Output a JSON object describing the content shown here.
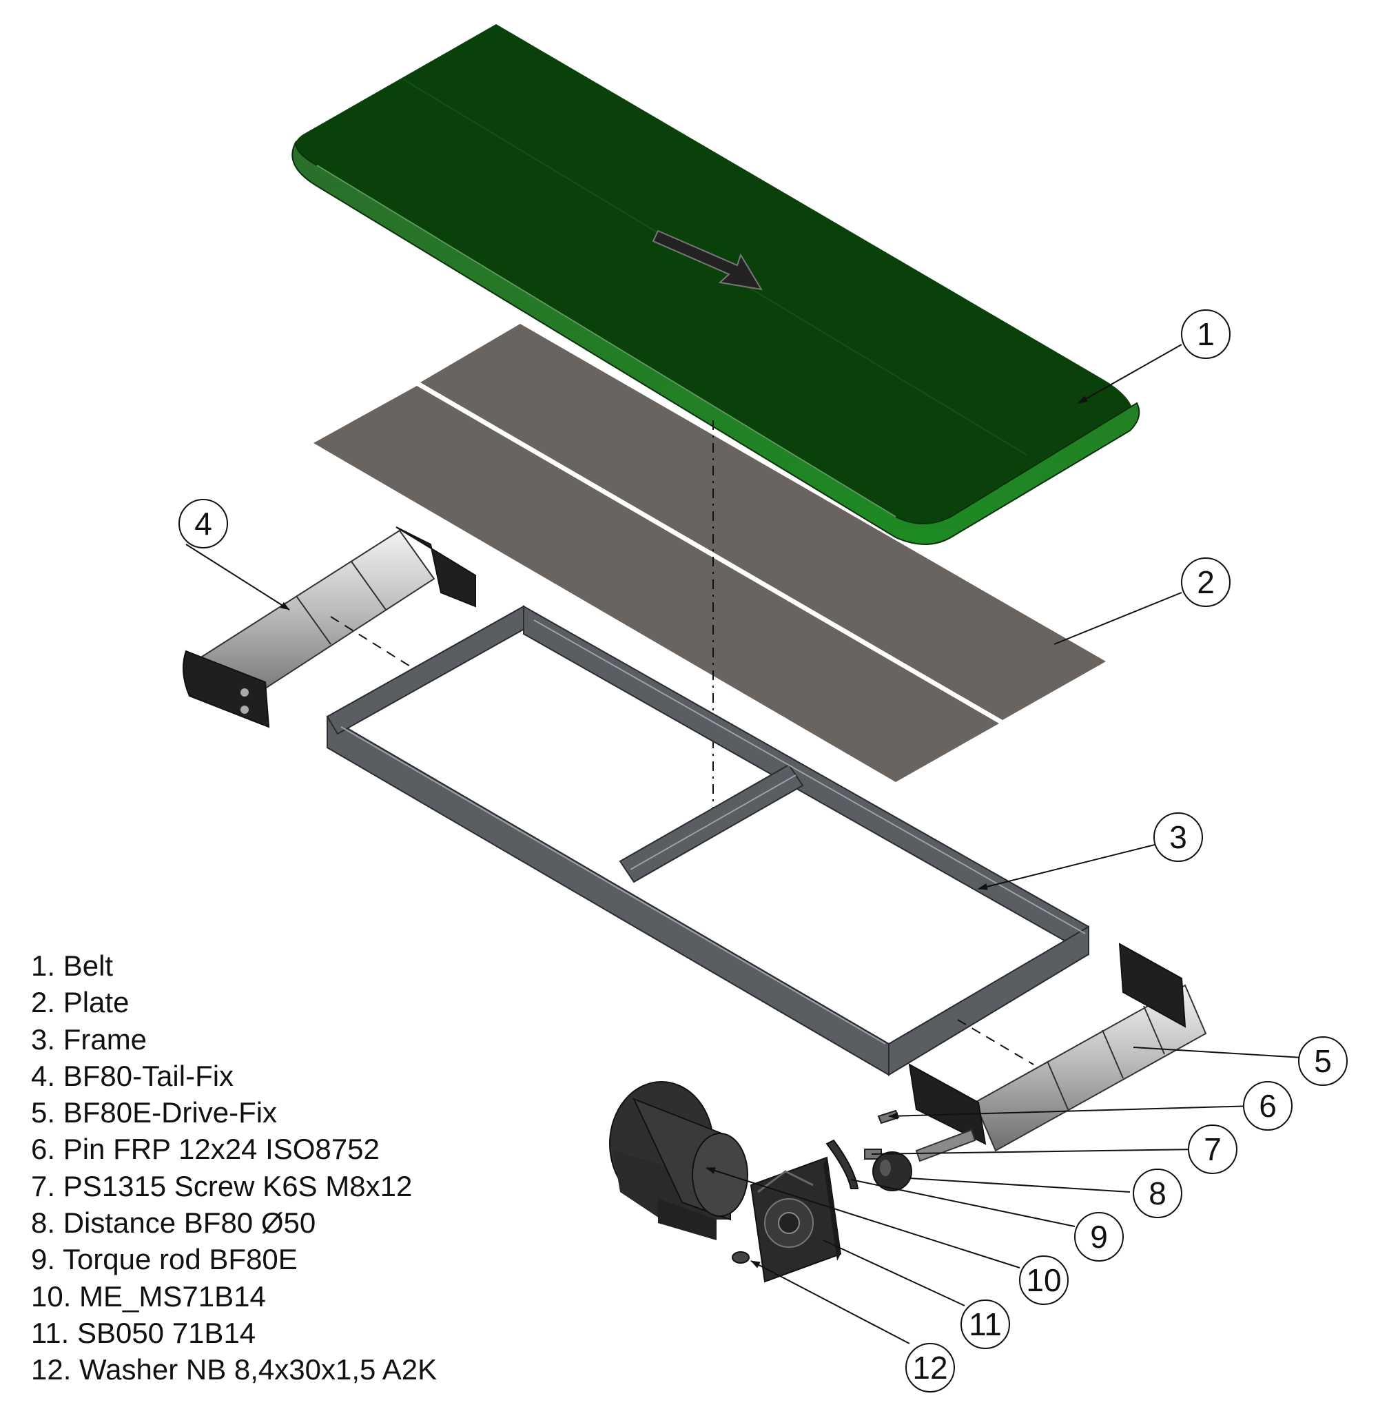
{
  "callouts": [
    {
      "num": "1"
    },
    {
      "num": "2"
    },
    {
      "num": "3"
    },
    {
      "num": "4"
    },
    {
      "num": "5"
    },
    {
      "num": "6"
    },
    {
      "num": "7"
    },
    {
      "num": "8"
    },
    {
      "num": "9"
    },
    {
      "num": "10"
    },
    {
      "num": "11"
    },
    {
      "num": "12"
    }
  ],
  "legend": [
    "1. Belt",
    "2. Plate",
    "3. Frame",
    "4. BF80-Tail-Fix",
    "5. BF80E-Drive-Fix",
    "6. Pin FRP 12x24 ISO8752",
    "7. PS1315 Screw K6S M8x12",
    "8. Distance BF80 Ø50",
    "9. Torque rod BF80E",
    "10. ME_MS71B14",
    "11. SB050 71B14",
    "12. Washer NB 8,4x30x1,5 A2K"
  ],
  "colors": {
    "belt": "#0b4a0b",
    "belt_edge": "#2f8a2f",
    "plate": "#6a6460",
    "frame": "#55595e",
    "roller": "#b9b9b9",
    "motor": "#333333"
  }
}
